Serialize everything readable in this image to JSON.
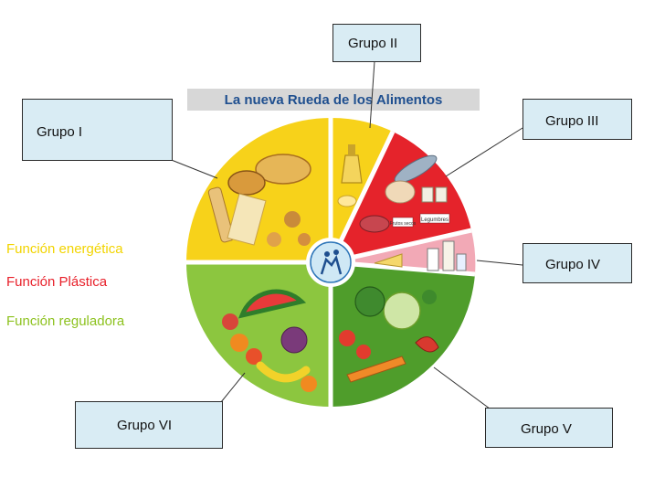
{
  "wheel_title": "La nueva Rueda de los Alimentos",
  "food_labels": {
    "frutos_secos": "Frutos secos",
    "legumbres": "Legumbres"
  },
  "groups": {
    "g1": "Grupo I",
    "g2": "Grupo II",
    "g3": "Grupo III",
    "g4": "Grupo IV",
    "g5": "Grupo V",
    "g6": "Grupo VI"
  },
  "legend": [
    {
      "label": "Función energética",
      "color": "#f2d400"
    },
    {
      "label": "Función Plástica",
      "color": "#e8202a"
    },
    {
      "label": "Función reguladora",
      "color": "#8dc21f"
    }
  ],
  "colors": {
    "energetica": "#f7d21a",
    "plastica": "#e5232b",
    "plastica_light": "#f2a9b6",
    "reguladora_light": "#8cc63f",
    "reguladora_dark": "#4f9d2b",
    "box_fill": "#d9ecf4",
    "title_bar": "#d7d7d7"
  },
  "center_icons": [
    "water-drop-icon",
    "running-people-icon"
  ]
}
